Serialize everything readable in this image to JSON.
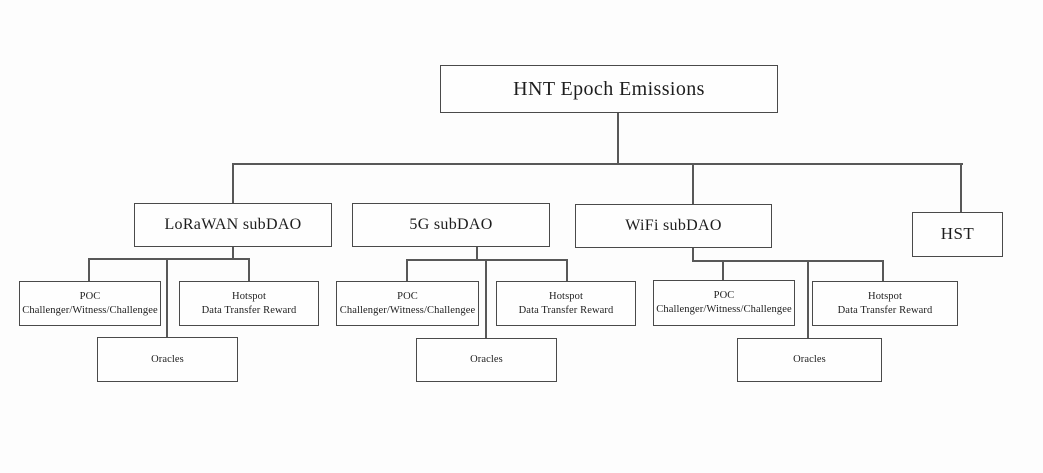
{
  "root": {
    "label": "HNT Epoch Emissions"
  },
  "branches": [
    {
      "label": "LoRaWAN subDAO",
      "poc": {
        "line1": "POC",
        "line2": "Challenger/Witness/Challengee"
      },
      "hotspot": {
        "line1": "Hotspot",
        "line2": "Data Transfer Reward"
      },
      "oracles": {
        "label": "Oracles"
      }
    },
    {
      "label": "5G subDAO",
      "poc": {
        "line1": "POC",
        "line2": "Challenger/Witness/Challengee"
      },
      "hotspot": {
        "line1": "Hotspot",
        "line2": "Data Transfer Reward"
      },
      "oracles": {
        "label": "Oracles"
      }
    },
    {
      "label": "WiFi subDAO",
      "poc": {
        "line1": "POC",
        "line2": "Challenger/Witness/Challengee"
      },
      "hotspot": {
        "line1": "Hotspot",
        "line2": "Data Transfer Reward"
      },
      "oracles": {
        "label": "Oracles"
      }
    }
  ],
  "hst": {
    "label": "HST"
  },
  "colors": {
    "background": "#fdfdfd",
    "node_fill": "#fefefe",
    "node_border": "#4a4a4a",
    "connector": "#585858",
    "text": "#1d1d1d"
  }
}
